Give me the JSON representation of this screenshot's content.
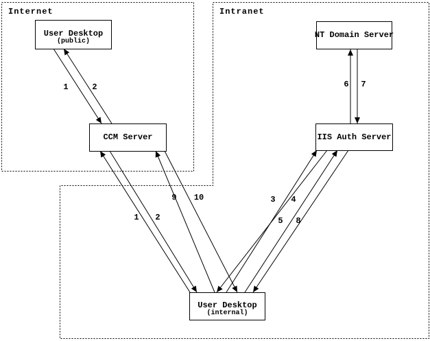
{
  "colors": {
    "ink": "#000000",
    "background": "#ffffff"
  },
  "zones": [
    {
      "label": "Internet"
    },
    {
      "label": "Intranet"
    }
  ],
  "nodes": [
    {
      "id": "user-desktop-public",
      "title": "User Desktop",
      "subtitle": "(public)",
      "zone": "Internet"
    },
    {
      "id": "ccm-server",
      "title": "CCM Server",
      "zone": "Internet"
    },
    {
      "id": "nt-domain-server",
      "title": "NT Domain Server",
      "zone": "Intranet"
    },
    {
      "id": "iis-auth-server",
      "title": "IIS Auth Server",
      "zone": "Intranet"
    },
    {
      "id": "user-desktop-internal",
      "title": "User Desktop",
      "subtitle": "(internal)",
      "zone": "Intranet"
    }
  ],
  "edges": [
    {
      "label": "1",
      "from": "user-desktop-public",
      "to": "ccm-server"
    },
    {
      "label": "2",
      "from": "ccm-server",
      "to": "user-desktop-public"
    },
    {
      "label": "6",
      "from": "iis-auth-server",
      "to": "nt-domain-server"
    },
    {
      "label": "7",
      "from": "nt-domain-server",
      "to": "iis-auth-server"
    },
    {
      "label": "1",
      "from": "user-desktop-internal",
      "to": "ccm-server"
    },
    {
      "label": "2",
      "from": "ccm-server",
      "to": "user-desktop-internal"
    },
    {
      "label": "9",
      "from": "user-desktop-internal",
      "to": "ccm-server"
    },
    {
      "label": "10",
      "from": "ccm-server",
      "to": "user-desktop-internal"
    },
    {
      "label": "3",
      "from": "user-desktop-internal",
      "to": "iis-auth-server"
    },
    {
      "label": "4",
      "from": "iis-auth-server",
      "to": "user-desktop-internal"
    },
    {
      "label": "5",
      "from": "user-desktop-internal",
      "to": "iis-auth-server"
    },
    {
      "label": "8",
      "from": "iis-auth-server",
      "to": "user-desktop-internal"
    }
  ]
}
